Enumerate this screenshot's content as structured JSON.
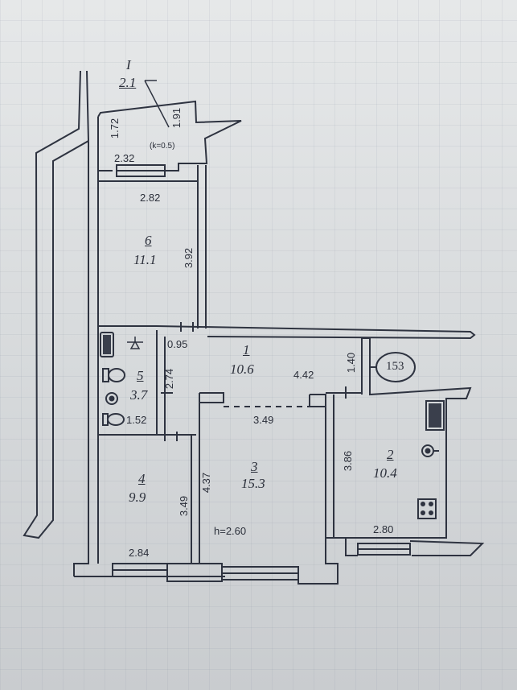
{
  "plan": {
    "apartment_number": "153",
    "ceiling_height": "h=2.60",
    "rooms": [
      {
        "number": "I",
        "area": "2.1",
        "coef": "(k=0.5)"
      },
      {
        "number": "1",
        "area": "10.6"
      },
      {
        "number": "2",
        "area": "10.4"
      },
      {
        "number": "3",
        "area": "15.3"
      },
      {
        "number": "4",
        "area": "9.9"
      },
      {
        "number": "5",
        "area": "3.7"
      },
      {
        "number": "6",
        "area": "11.1"
      }
    ],
    "dimensions": {
      "balcony_left": "1.72",
      "balcony_right": "1.91",
      "balcony_bottom": "2.32",
      "room6_width": "2.82",
      "room6_height": "3.92",
      "hall_left": "0.95",
      "hall_length": "4.42",
      "hall_width": "1.40",
      "bath_height": "2.74",
      "bath_width": "1.52",
      "living_width": "3.49",
      "living_height": "4.37",
      "room4_height": "3.49",
      "room4_width": "2.84",
      "kitchen_height": "3.86",
      "kitchen_width": "2.80"
    }
  }
}
